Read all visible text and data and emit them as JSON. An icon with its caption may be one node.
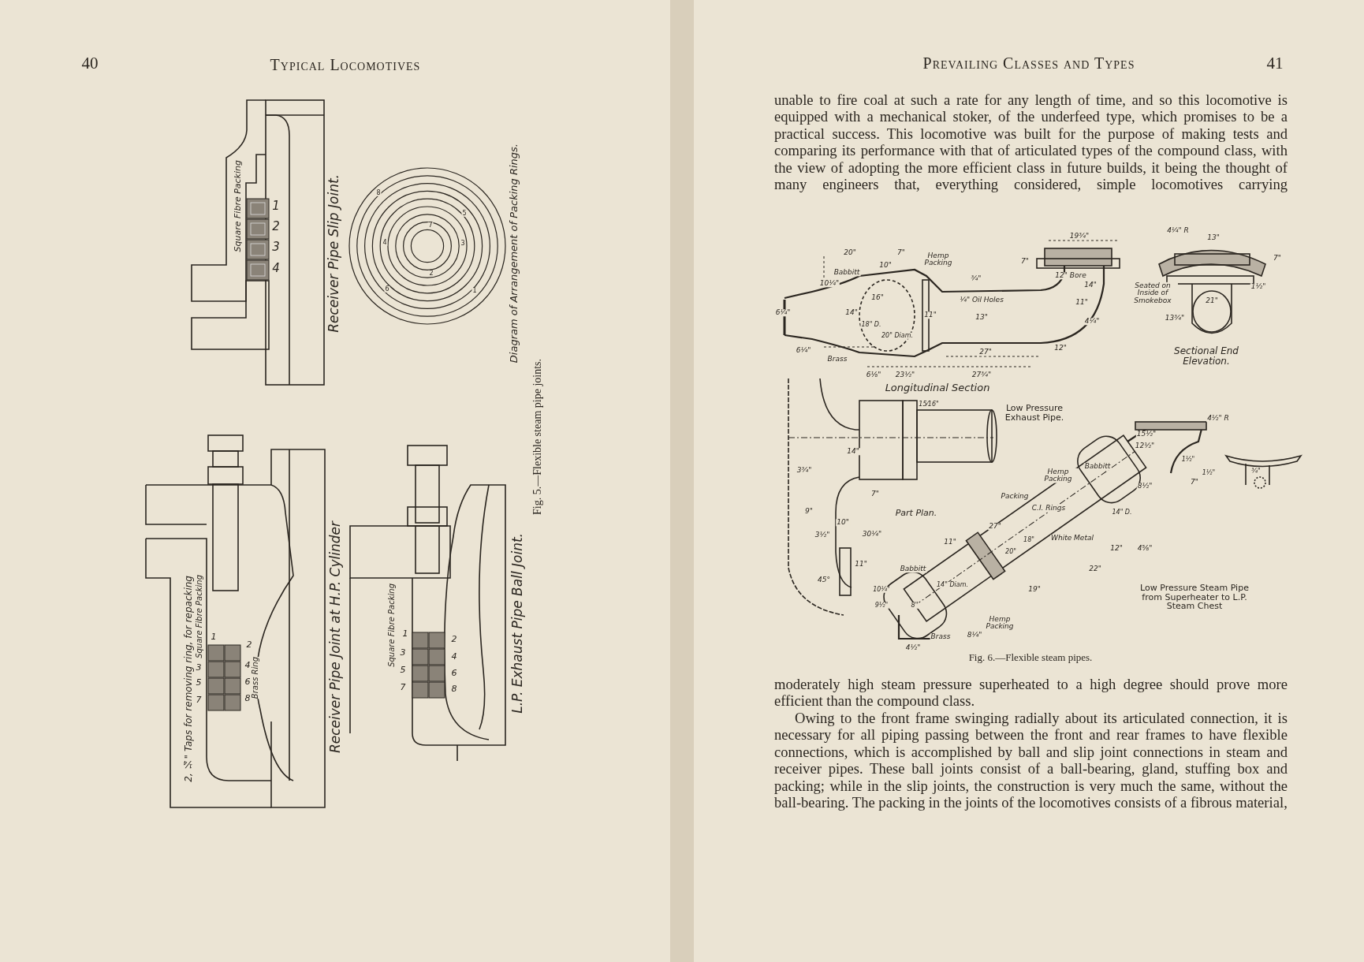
{
  "diagram": {
    "labels": [
      "40",
      "Typical Locomotives",
      "Square Fibre Packing",
      "1",
      "2",
      "3",
      "4",
      "Receiver Pipe Slip Joint.",
      "8",
      "5",
      "7",
      "4",
      "3",
      "2",
      "6",
      "1",
      "Diagram of Arrangement of Packing Rings.",
      "Fig. 5.—Flexible steam pipe joints.",
      "2, ¼\" Taps for removing ring, for repacking",
      "Square Fibre Packing",
      "1",
      "3",
      "5",
      "7",
      "2",
      "4",
      "6",
      "8",
      "Brass Ring",
      "Receiver Pipe Joint at H.P. Cylinder",
      "Square Fibre Packing",
      "1",
      "3",
      "5",
      "7",
      "2",
      "4",
      "6",
      "8",
      "L.P. Exhaust Pipe Ball Joint.",
      "Prevailing Classes and Types",
      "41",
      "unable to fire coal at such a rate for any length of time, and so this locomotive is equipped with a mechanical stoker, of the underfeed type, which promises to be a practical success. This locomotive was built for the purpose of making tests and comparing its performance with that of articulated types of the compound class, with the view of adopting the more efficient class in future builds, it being the thought of many engineers that, everything considered, simple locomotives carrying",
      "20\"",
      "7\"",
      "Hemp Packing",
      "Babbitt",
      "10\"",
      "10¼\"",
      "6¼\"",
      "14\"",
      "16\"",
      "18\" D.",
      "20\" Diam.",
      "11\"",
      "¾\"",
      "¼\" Oil Holes",
      "13\"",
      "19¾\"",
      "7\"",
      "12\" Bore",
      "14\"",
      "11\"",
      "4¼\"",
      "6¼\"",
      "Brass",
      "27\"",
      "12\"",
      "6⅛\"",
      "23½\"",
      "27¾\"",
      "Longitudinal Section",
      "4¼\" R",
      "13\"",
      "7\"",
      "Seated on Inside of Smokebox",
      "1½\"",
      "21\"",
      "13¾\"",
      "Sectional End Elevation.",
      "15⁄16\"",
      "Low Pressure Exhaust Pipe.",
      "14\"",
      "3¾\"",
      "7\"",
      "9\"",
      "Part Plan.",
      "10\"",
      "3½\"",
      "30¼\"",
      "11\"",
      "45°",
      "15½\"",
      "12½\"",
      "4½\" R",
      "1½\"",
      "1½\"",
      "¾\"",
      "Hemp Packing",
      "Babbitt",
      "8½\"",
      "7\"",
      "Packing",
      "C.I. Rings",
      "14\" D.",
      "27\"",
      "18\"",
      "20\"",
      "White Metal",
      "12\"",
      "4⅝\"",
      "11\"",
      "Babbitt",
      "22\"",
      "19\"",
      "Low Pressure Steam Pipe from Superheater to L.P. Steam Chest",
      "10¼\"",
      "9½\"",
      "8\"",
      "14\" Diam.",
      "Hemp Packing",
      "Brass",
      "8¼\"",
      "4½\"",
      "Fig. 6.—Flexible steam pipes.",
      "moderately high steam pressure superheated to a high degree should prove more efficient than the compound class.",
      "Owing to the front frame swinging radially about its articulated connection, it is necessary for all piping passing between the front and rear frames to have flexible connections, which is accomplished by ball and slip joint connections in steam and receiver pipes. These ball joints consist of a ball-bearing, gland, stuffing box and packing; while in the slip joints, the construction is very much the same, without the ball-bearing. The packing in the joints of the locomotives consists of a fibrous material,"
    ]
  }
}
